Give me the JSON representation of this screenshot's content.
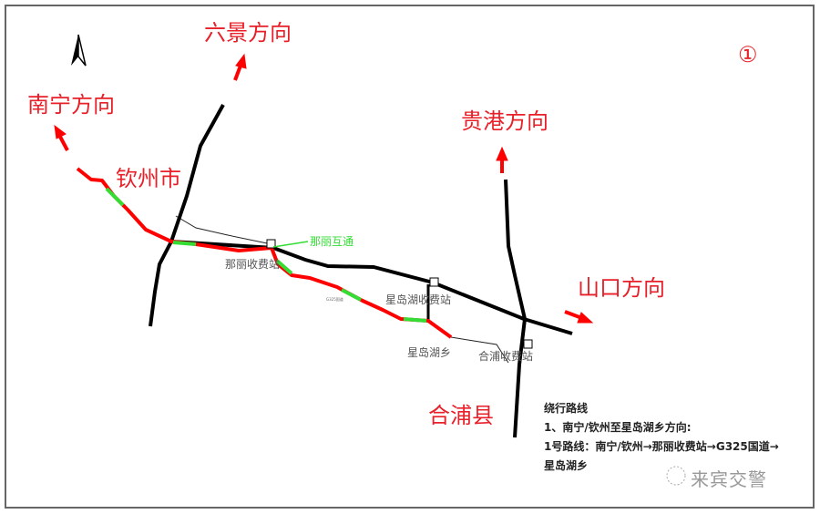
{
  "map": {
    "panel_number": "①",
    "directions": {
      "liujing": "六景方向",
      "nanning": "南宁方向",
      "guigang": "贵港方向",
      "shankou": "山口方向"
    },
    "places": {
      "qinzhou": "钦州市",
      "hepu": "合浦县",
      "xingdaohu_town": "星岛湖乡"
    },
    "stations": {
      "nali_toll": "那丽收费站",
      "xingdaohu_toll": "星岛湖收费站",
      "hepu_toll": "合浦收费站"
    },
    "interchange": "那丽互通",
    "road_label": "G325国道",
    "colors": {
      "route": "#ff0000",
      "congestion_free": "#33dd33",
      "road": "#000000",
      "label": "#e8202a"
    }
  },
  "legend": {
    "title": "绕行路线",
    "line1": "1、南宁/钦州至星岛湖乡方向:",
    "line2": "1号路线：南宁/钦州→那丽收费站→G325国道→",
    "line3": "星岛湖乡"
  },
  "watermark": "来宾交警"
}
